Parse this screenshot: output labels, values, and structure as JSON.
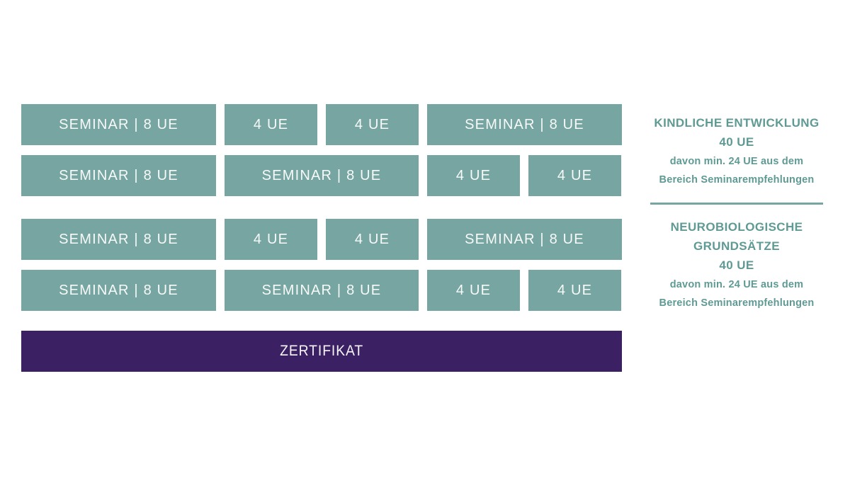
{
  "colors": {
    "box_teal": "#77a5a1",
    "summary_teal": "#5f9a94",
    "certificate_purple": "#3b2164",
    "box_text": "#f6faf9"
  },
  "certificate": {
    "label": "ZERTIFIKAT"
  },
  "modules": [
    {
      "rows": [
        {
          "boxes": [
            {
              "label": "SEMINAR | 8 UE"
            },
            {
              "label": "4 UE"
            },
            {
              "label": "4 UE"
            },
            {
              "label": "SEMINAR | 8 UE"
            }
          ]
        },
        {
          "boxes": [
            {
              "label": "SEMINAR | 8 UE"
            },
            {
              "label": "SEMINAR | 8 UE"
            },
            {
              "label": "4 UE"
            },
            {
              "label": "4 UE"
            }
          ]
        }
      ],
      "summary": {
        "title_lines": [
          "KINDLICHE ENTWICKLUNG"
        ],
        "hours": "40 UE",
        "note_lines": [
          "davon min. 24 UE aus dem",
          "Bereich Seminarempfehlungen"
        ]
      }
    },
    {
      "rows": [
        {
          "boxes": [
            {
              "label": "SEMINAR | 8 UE"
            },
            {
              "label": "4 UE"
            },
            {
              "label": "4 UE"
            },
            {
              "label": "SEMINAR | 8 UE"
            }
          ]
        },
        {
          "boxes": [
            {
              "label": "SEMINAR | 8 UE"
            },
            {
              "label": "SEMINAR | 8 UE"
            },
            {
              "label": "4 UE"
            },
            {
              "label": "4 UE"
            }
          ]
        }
      ],
      "summary": {
        "title_lines": [
          "NEUROBIOLOGISCHE",
          "GRUNDSÄTZE"
        ],
        "hours": "40 UE",
        "note_lines": [
          "davon min. 24 UE aus dem",
          "Bereich Seminarempfehlungen"
        ]
      }
    }
  ]
}
